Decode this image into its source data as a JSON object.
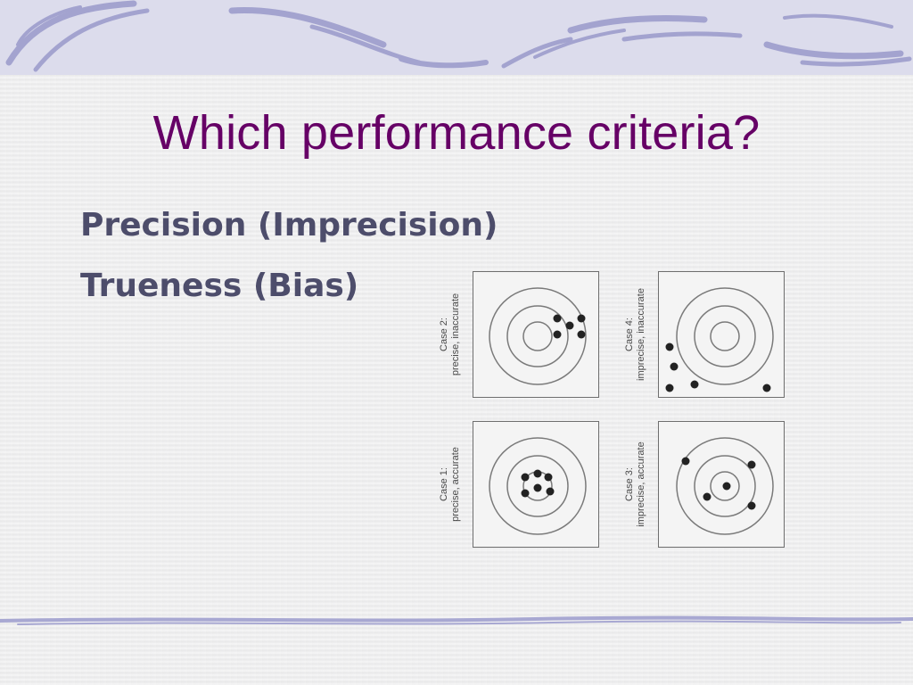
{
  "slide": {
    "title": "Which performance criteria?",
    "bullets": [
      "Precision (Imprecision)",
      "Trueness (Bias)"
    ]
  },
  "figure": {
    "panels": [
      {
        "id": "case2",
        "line1": "Case 2:",
        "line2": "precise, inaccurate"
      },
      {
        "id": "case4",
        "line1": "Case 4:",
        "line2": "imprecise, inaccurate"
      },
      {
        "id": "case1",
        "line1": "Case 1:",
        "line2": "precise, accurate"
      },
      {
        "id": "case3",
        "line1": "Case 3:",
        "line2": "imprecise, accurate"
      }
    ]
  },
  "colors": {
    "title": "#660066",
    "bullet_text": "#4d4d6b",
    "band": "#dcdcec",
    "swirl": "#9a9ac8",
    "target_ring": "#7a7a7a",
    "dot": "#222222"
  }
}
